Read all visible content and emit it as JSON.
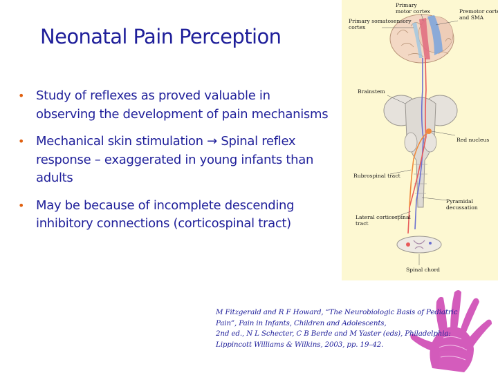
{
  "slide": {
    "title": "Neonatal Pain Perception",
    "bullets": [
      "Study of reflexes as proved valuable in observing the development of pain mechanisms",
      "Mechanical skin stimulation → Spinal reflex response – exaggerated in young infants than adults",
      "May be because of incomplete descending inhibitory connections (corticospinal tract)"
    ],
    "bullet_marker": "•",
    "citation_lines": [
      "M Fitzgerald and R F Howard, “The Neurobiologic Basis of Pediatric",
      "Pain”, Pain in Infants, Children and Adolescents,",
      "2nd ed., N L Schecter, C B Berde and M Yaster (eds), Philadelphia:",
      "Lippincott Williams & Wilkins, 2003, pp. 19–42."
    ]
  },
  "figure": {
    "labels": {
      "primary_motor_cortex_1": "Primary",
      "primary_motor_cortex_2": "motor cortex",
      "premotor_1": "Premotor cortex",
      "premotor_2": "and SMA",
      "somatosensory_1": "Primary somatosensory",
      "somatosensory_2": "cortex",
      "brainstem": "Brainstem",
      "red_nucleus": "Red nucleus",
      "rubrospinal": "Rubrospinal tract",
      "pyramidal_1": "Pyramidal",
      "pyramidal_2": "decussation",
      "lateral_cs_1": "Lateral corticospinal",
      "lateral_cs_2": "tract",
      "spinal_cord": "Spinal chord"
    }
  },
  "colors": {
    "title_text": "#1f1f9a",
    "bullet_marker": "#e06010",
    "figure_background": "#fdf8d2",
    "handprint": "#cc3fb0"
  }
}
